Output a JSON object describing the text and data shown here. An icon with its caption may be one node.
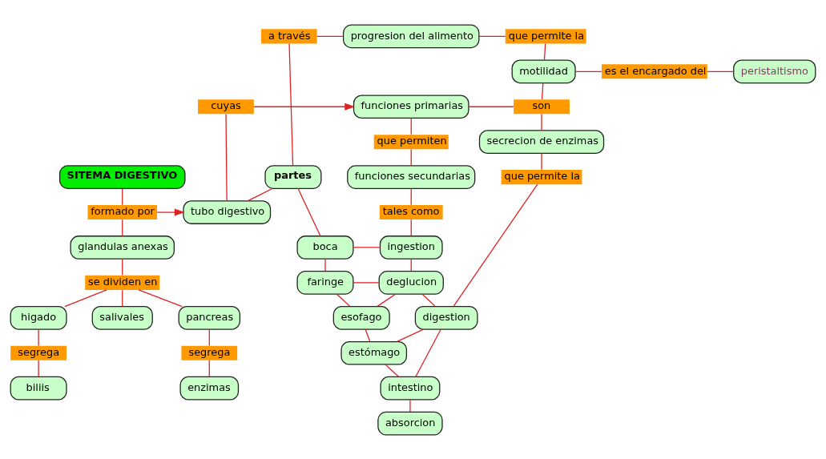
{
  "diagram": {
    "nodes": [
      {
        "text": [
          "a través"
        ]
      },
      {
        "text": [
          "progresion del alimento"
        ]
      },
      {
        "text": [
          "que permite la"
        ]
      },
      {
        "text": [
          "motilidad"
        ]
      },
      {
        "text": [
          "es el encargado del"
        ]
      },
      {
        "text": [
          "peristaltismo"
        ]
      },
      {
        "text": [
          "cuyas"
        ]
      },
      {
        "text": [
          "funciones primarias"
        ]
      },
      {
        "text": [
          "son"
        ]
      },
      {
        "text": [
          "secrecion de enzimas"
        ]
      },
      {
        "text": [
          "que permiten"
        ]
      },
      {
        "text": [
          "partes"
        ]
      },
      {
        "text": [
          "funciones secundarias"
        ]
      },
      {
        "text": [
          "que permite la"
        ]
      },
      {
        "text": [
          "tubo digestivo"
        ]
      },
      {
        "text": [
          "tales como"
        ]
      },
      {
        "text": [
          "SITEMA DIGESTIVO"
        ]
      },
      {
        "text": [
          "formado por"
        ]
      },
      {
        "text": [
          "boca"
        ]
      },
      {
        "text": [
          "ingestion"
        ]
      },
      {
        "text": [
          "glandulas anexas"
        ]
      },
      {
        "text": [
          "faringe"
        ]
      },
      {
        "text": [
          "deglucion"
        ]
      },
      {
        "text": [
          "se dividen en"
        ]
      },
      {
        "text": [
          "esofago"
        ]
      },
      {
        "text": [
          "salivales"
        ]
      },
      {
        "text": [
          "pancreas"
        ]
      },
      {
        "text": [
          "higado"
        ]
      },
      {
        "text": [
          "digestion"
        ]
      },
      {
        "text": [
          "estómago"
        ]
      },
      {
        "text": [
          "segrega"
        ]
      },
      {
        "text": [
          "segrega"
        ]
      },
      {
        "text": [
          "intestino"
        ]
      },
      {
        "text": [
          "absorcion"
        ]
      },
      {
        "text": [
          "enzimas"
        ]
      },
      {
        "text": [
          "biliis"
        ]
      }
    ],
    "edges": [
      {
        "from": 16,
        "to": 17,
        "arrow": "none"
      },
      {
        "from": 17,
        "to": 14,
        "arrow": "to"
      },
      {
        "from": 17,
        "to": 20,
        "arrow": "none"
      },
      {
        "from": 6,
        "to": 14,
        "arrow": "none"
      },
      {
        "from": 6,
        "to": 7,
        "arrow": "to"
      },
      {
        "from": 11,
        "to": 14,
        "arrow": "none"
      },
      {
        "from": 0,
        "to": 11,
        "arrow": "none"
      },
      {
        "from": 0,
        "to": 1,
        "arrow": "none"
      },
      {
        "from": 1,
        "to": 2,
        "arrow": "none"
      },
      {
        "from": 2,
        "to": 3,
        "arrow": "none"
      },
      {
        "from": 7,
        "to": 8,
        "arrow": "none"
      },
      {
        "from": 3,
        "to": 8,
        "arrow": "none"
      },
      {
        "from": 8,
        "to": 9,
        "arrow": "none"
      },
      {
        "from": 3,
        "to": 4,
        "arrow": "none"
      },
      {
        "from": 4,
        "to": 5,
        "arrow": "none"
      },
      {
        "from": 9,
        "to": 13,
        "arrow": "none"
      },
      {
        "from": 13,
        "to": 28,
        "arrow": "none"
      },
      {
        "from": 7,
        "to": 10,
        "arrow": "none"
      },
      {
        "from": 10,
        "to": 12,
        "arrow": "none"
      },
      {
        "from": 12,
        "to": 15,
        "arrow": "none"
      },
      {
        "from": 15,
        "to": 19,
        "arrow": "none"
      },
      {
        "from": 11,
        "to": 18,
        "arrow": "none"
      },
      {
        "from": 18,
        "to": 19,
        "arrow": "none"
      },
      {
        "from": 18,
        "to": 21,
        "arrow": "none"
      },
      {
        "from": 19,
        "to": 22,
        "arrow": "none"
      },
      {
        "from": 21,
        "to": 22,
        "arrow": "none"
      },
      {
        "from": 21,
        "to": 24,
        "arrow": "none"
      },
      {
        "from": 22,
        "to": 24,
        "arrow": "none"
      },
      {
        "from": 22,
        "to": 28,
        "arrow": "none"
      },
      {
        "from": 24,
        "to": 29,
        "arrow": "none"
      },
      {
        "from": 28,
        "to": 29,
        "arrow": "none"
      },
      {
        "from": 28,
        "to": 32,
        "arrow": "none"
      },
      {
        "from": 29,
        "to": 32,
        "arrow": "none"
      },
      {
        "from": 32,
        "to": 33,
        "arrow": "none"
      },
      {
        "from": 20,
        "to": 23,
        "arrow": "none"
      },
      {
        "from": 23,
        "to": 25,
        "arrow": "none"
      },
      {
        "from": 23,
        "to": 26,
        "arrow": "none"
      },
      {
        "from": 23,
        "to": 27,
        "arrow": "none"
      },
      {
        "from": 26,
        "to": 30,
        "arrow": "none"
      },
      {
        "from": 30,
        "to": 34,
        "arrow": "none"
      },
      {
        "from": 27,
        "to": 31,
        "arrow": "none"
      },
      {
        "from": 31,
        "to": 35,
        "arrow": "none"
      }
    ]
  }
}
